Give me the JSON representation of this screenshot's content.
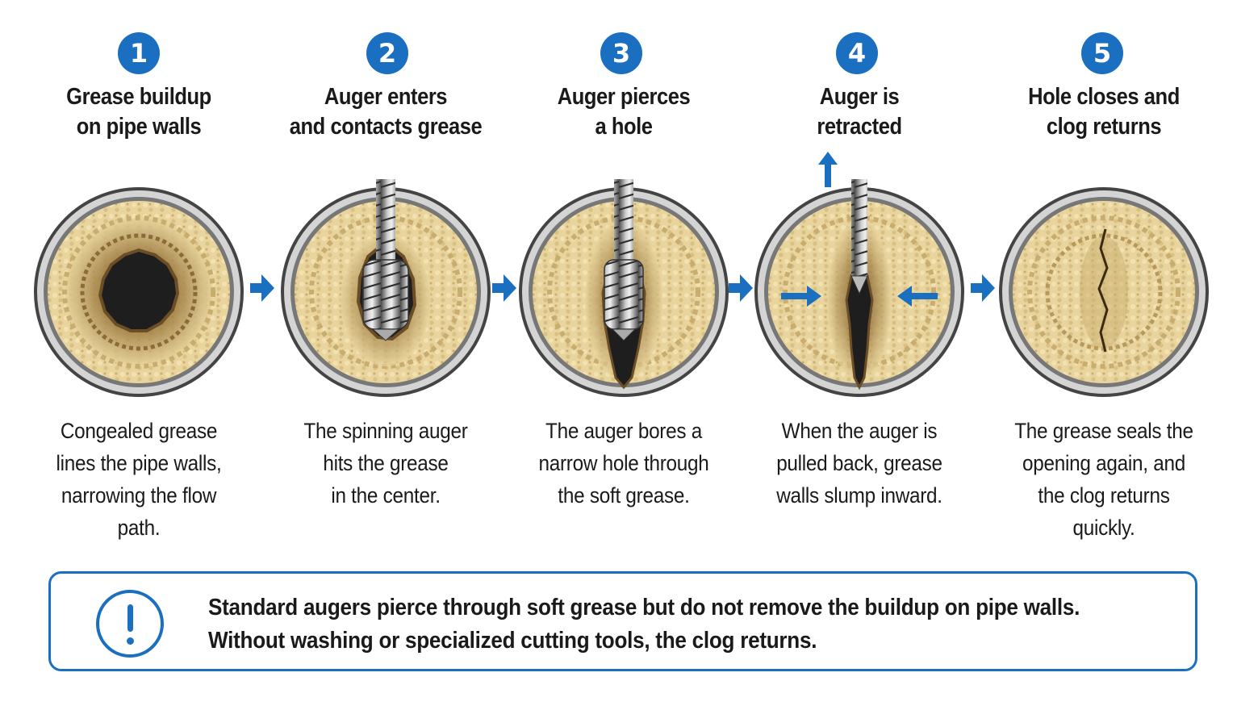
{
  "colors": {
    "accent": "#1b6fc0",
    "grease": "#e8d49c",
    "grease_dark": "#8a6b3a",
    "pipe": "#9a9a9a",
    "void": "#1e1e1e"
  },
  "steps": [
    {
      "number": "1",
      "title": [
        "Grease buildup",
        "on pipe walls"
      ],
      "description": [
        "Congealed grease",
        "lines the pipe walls,",
        "narrowing the flow",
        "path."
      ]
    },
    {
      "number": "2",
      "title": [
        "Auger enters",
        "and contacts grease"
      ],
      "description": [
        "The spinning auger",
        "hits the grease",
        "in the center."
      ]
    },
    {
      "number": "3",
      "title": [
        "Auger pierces",
        "a hole"
      ],
      "description": [
        "The auger bores a",
        "narrow hole through",
        "the soft grease."
      ]
    },
    {
      "number": "4",
      "title": [
        "Auger is",
        "retracted"
      ],
      "description": [
        "When the auger is",
        "pulled back, grease",
        "walls slump inward."
      ]
    },
    {
      "number": "5",
      "title": [
        "Hole closes and",
        "clog returns"
      ],
      "description": [
        "The grease seals the",
        "opening again, and",
        "the clog returns",
        "quickly."
      ]
    }
  ],
  "note": {
    "icon": "exclamation-circle-icon",
    "lines": [
      "Standard augers pierce through soft grease but do not remove the buildup on pipe walls.",
      "Without washing or specialized cutting tools, the clog returns."
    ]
  }
}
